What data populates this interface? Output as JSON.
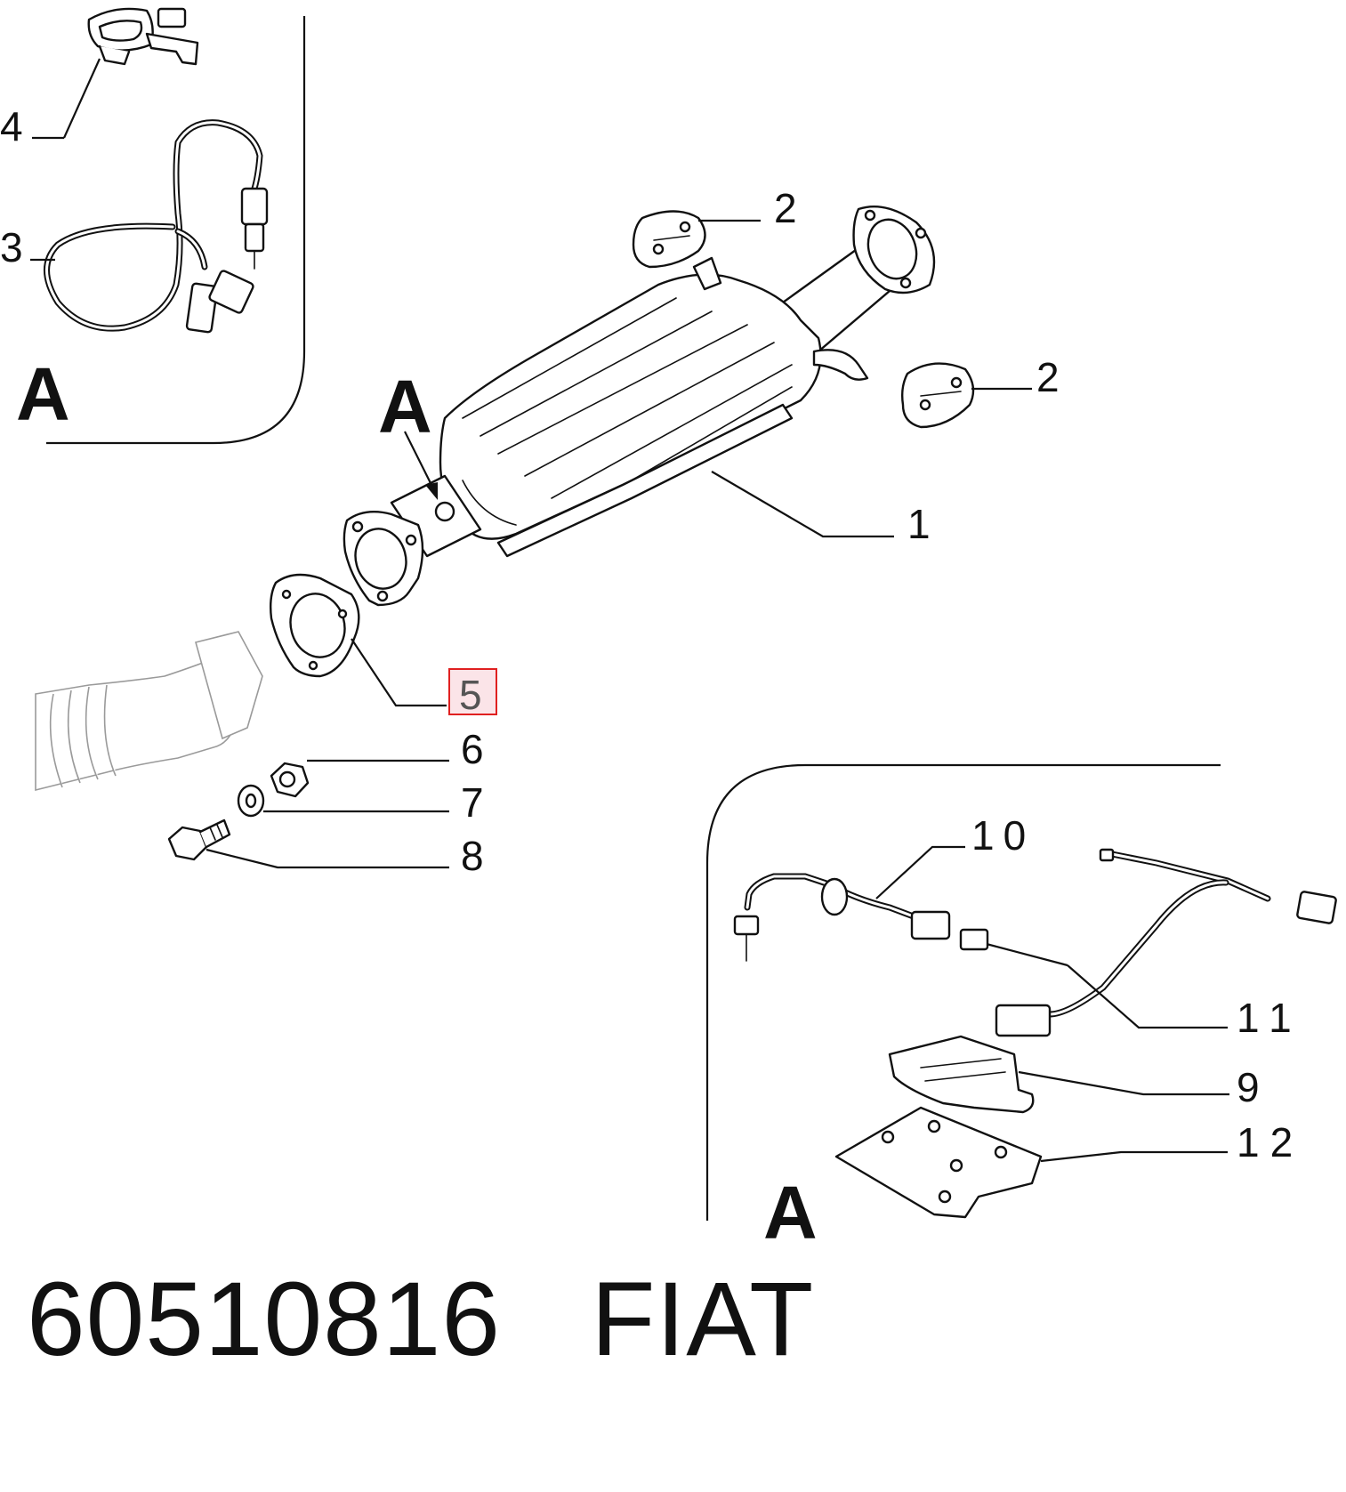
{
  "part_number": "60510816",
  "brand": "FIAT",
  "section_marker": "A",
  "callouts": {
    "c1": "1",
    "c2a": "2",
    "c2b": "2",
    "c3": "3",
    "c4": "4",
    "c5": "5",
    "c6": "6",
    "c7": "7",
    "c8": "8",
    "c9": "9",
    "c10": "10",
    "c11": "11",
    "c12": "12"
  },
  "highlighted_callout": "5",
  "highlight_color": "#e02020"
}
